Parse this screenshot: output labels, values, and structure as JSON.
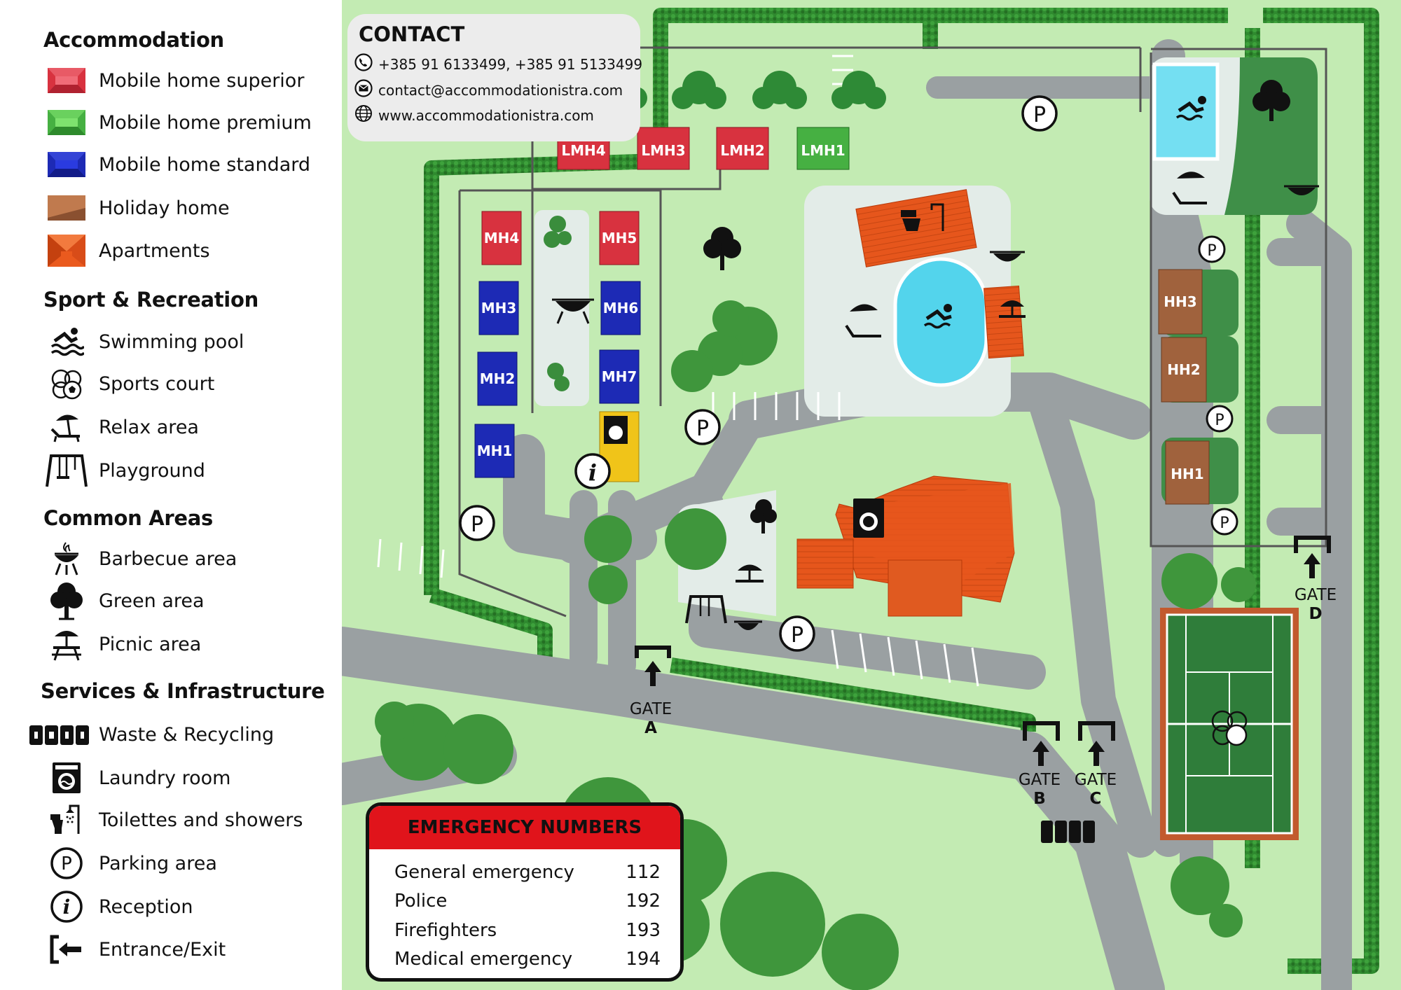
{
  "legend": {
    "accommodation": {
      "title": "Accommodation",
      "items": [
        {
          "label": "Mobile home superior",
          "color": "#d8323f"
        },
        {
          "label": "Mobile home premium",
          "color": "#46b042"
        },
        {
          "label": "Mobile home standard",
          "color": "#1d2ab5"
        },
        {
          "label": "Holiday home",
          "color": "#a0623d"
        },
        {
          "label": "Apartments",
          "color": "#ea5a1e"
        }
      ]
    },
    "sport": {
      "title": "Sport & Recreation",
      "items": [
        {
          "label": "Swimming pool",
          "icon": "swimming-icon"
        },
        {
          "label": "Sports court",
          "icon": "balls-icon"
        },
        {
          "label": "Relax area",
          "icon": "sunbed-icon"
        },
        {
          "label": "Playground",
          "icon": "swing-icon"
        }
      ]
    },
    "common": {
      "title": "Common Areas",
      "items": [
        {
          "label": "Barbecue area",
          "icon": "grill-icon"
        },
        {
          "label": "Green area",
          "icon": "tree-icon"
        },
        {
          "label": "Picnic area",
          "icon": "picnic-icon"
        }
      ]
    },
    "services": {
      "title": "Services & Infrastructure",
      "items": [
        {
          "label": "Waste & Recycling",
          "icon": "bins-icon"
        },
        {
          "label": "Laundry room",
          "icon": "washer-icon"
        },
        {
          "label": "Toilettes and showers",
          "icon": "toilet-shower-icon"
        },
        {
          "label": "Parking area",
          "icon": "parking-icon"
        },
        {
          "label": "Reception",
          "icon": "info-icon"
        },
        {
          "label": "Entrance/Exit",
          "icon": "exit-icon"
        }
      ]
    }
  },
  "contact": {
    "title": "CONTACT",
    "phone": "+385 91 6133499, +385 91 5133499",
    "email": "contact@accommodationistra.com",
    "web": "www.accommodationistra.com"
  },
  "emergency": {
    "title": "EMERGENCY NUMBERS",
    "rows": [
      {
        "name": "General emergency",
        "number": "112"
      },
      {
        "name": "Police",
        "number": "192"
      },
      {
        "name": "Firefighters",
        "number": "193"
      },
      {
        "name": "Medical emergency",
        "number": "194"
      }
    ]
  },
  "units": {
    "lmh4": "LMH4",
    "lmh3": "LMH3",
    "lmh2": "LMH2",
    "lmh1": "LMH1",
    "mh4": "MH4",
    "mh5": "MH5",
    "mh3": "MH3",
    "mh6": "MH6",
    "mh2": "MH2",
    "mh7": "MH7",
    "mh1": "MH1",
    "hh3": "HH3",
    "hh2": "HH2",
    "hh1": "HH1"
  },
  "gates": {
    "gate_word": "GATE",
    "a": "A",
    "b": "B",
    "c": "C",
    "d": "D"
  },
  "colors": {
    "grass": "#c3ebb3",
    "road": "#9aa0a2",
    "hedge": "#2f8a2f",
    "paved": "#e3ece8",
    "pool": "#53d4ec",
    "court": "#2f7d3a",
    "emergency": "#e0141b"
  }
}
